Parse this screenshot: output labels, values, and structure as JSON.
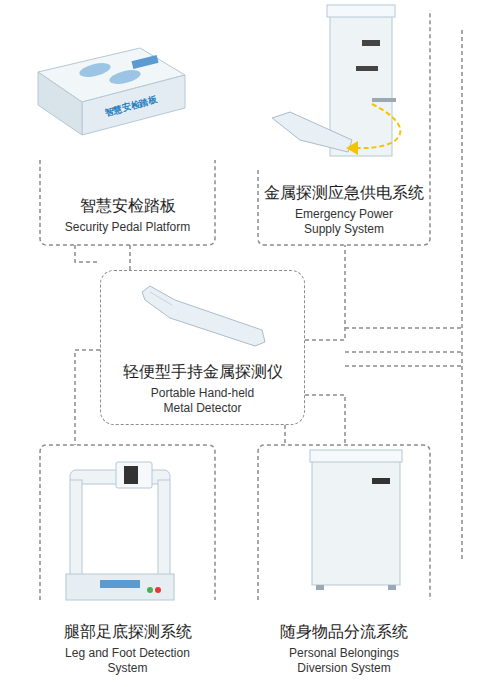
{
  "diagram": {
    "nodes": [
      {
        "text": [
          "智慧安检踏板",
          "Security Pedal Platform"
        ]
      },
      {
        "text": [
          "金属探测应急供电系统",
          "Emergency Power Supply System"
        ]
      },
      {
        "text": [
          "轻便型手持金属探测仪",
          "Portable Hand-held Metal Detector"
        ]
      },
      {
        "text": [
          "腿部足底探测系统",
          "Leg and Foot Detection System"
        ]
      },
      {
        "text": [
          "随身物品分流系统",
          "Personal Belongings Diversion System"
        ]
      }
    ],
    "edges": [
      {
        "from": 2,
        "to": 0,
        "arrow": "none"
      },
      {
        "from": 2,
        "to": 1,
        "arrow": "none"
      },
      {
        "from": 2,
        "to": 3,
        "arrow": "none"
      },
      {
        "from": 2,
        "to": 4,
        "arrow": "none"
      }
    ],
    "labels": [
      "智慧安检踏板"
    ]
  }
}
